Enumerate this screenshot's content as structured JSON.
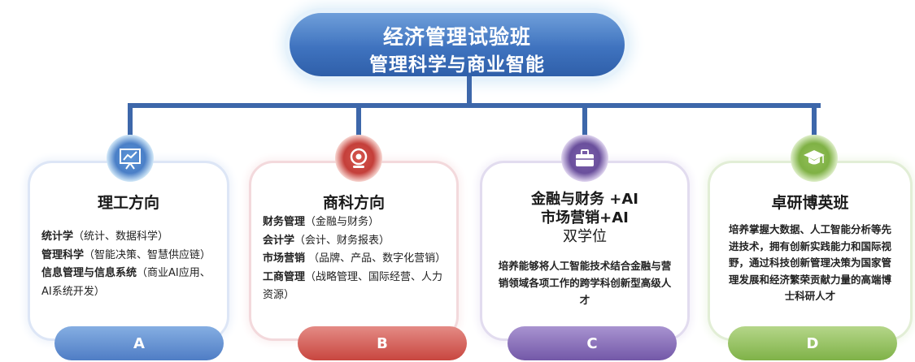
{
  "root": {
    "line1": "经济管理试验班",
    "line2": "管理科学与商业智能"
  },
  "branches": [
    {
      "icon": "presentation-chart-icon",
      "color": "#4a7fc7",
      "title": "理工方向",
      "items": [
        {
          "term": "统计学",
          "note": "（统计、数据科学）"
        },
        {
          "term": "管理科学",
          "note": "（智能决策、智慧供应链）"
        },
        {
          "term": "信息管理与信息系统",
          "note": "（商业AI应用、AI系统开发）"
        }
      ],
      "tag": "A"
    },
    {
      "icon": "webcam-icon",
      "color": "#c43f3a",
      "title": "商科方向",
      "items": [
        {
          "term": "财务管理",
          "note": "（金融与财务）"
        },
        {
          "term": "会计学",
          "note": "（会计、财务报表）"
        },
        {
          "term": "市场营销",
          "note": " （品牌、产品、数字化营销）"
        },
        {
          "term": "工商管理",
          "note": "（战略管理、国际经营、人力资源）"
        }
      ],
      "tag": "B"
    },
    {
      "icon": "briefcase-icon",
      "color": "#6a4f9c",
      "title_lines": [
        "金融与财务 +AI",
        "市场营销+AI",
        "双学位"
      ],
      "description": "培养能够将人工智能技术结合金融与营销领域各项工作的跨学科创新型高级人才",
      "tag": "C"
    },
    {
      "icon": "graduation-cap-icon",
      "color": "#7fb145",
      "title": "卓研博英班",
      "description": "培养掌握大数据、人工智能分析等先进技术，拥有创新实践能力和国际视野，通过科技创新管理决策为国家管理发展和经济繁荣贡献力量的高端博士科研人才",
      "tag": "D"
    }
  ]
}
